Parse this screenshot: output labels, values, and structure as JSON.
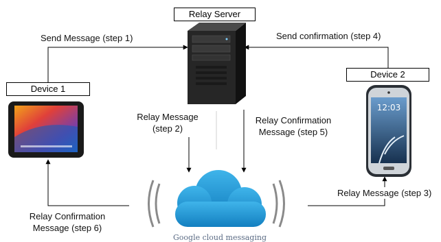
{
  "nodes": {
    "relay_server": {
      "label": "Relay Server"
    },
    "device1": {
      "label": "Device 1"
    },
    "device2": {
      "label": "Device 2"
    },
    "cloud": {
      "caption": "Google cloud messaging",
      "icon": "cloud-icon"
    }
  },
  "edges": {
    "step1": {
      "label": "Send Message (step 1)"
    },
    "step2": {
      "line1": "Relay Message",
      "line2": "(step 2)"
    },
    "step3": {
      "label": "Relay Message (step 3)"
    },
    "step4": {
      "label": "Send confirmation (step 4)"
    },
    "step5": {
      "line1": "Relay Confirmation",
      "line2": "Message (step 5)"
    },
    "step6": {
      "line1": "Relay Confirmation",
      "line2": "Message (step 6)"
    }
  },
  "device2_screen": {
    "time": "12:03"
  },
  "colors": {
    "cloud": "#1e9ad6",
    "line": "#000000",
    "server": "#1c1c1c"
  }
}
